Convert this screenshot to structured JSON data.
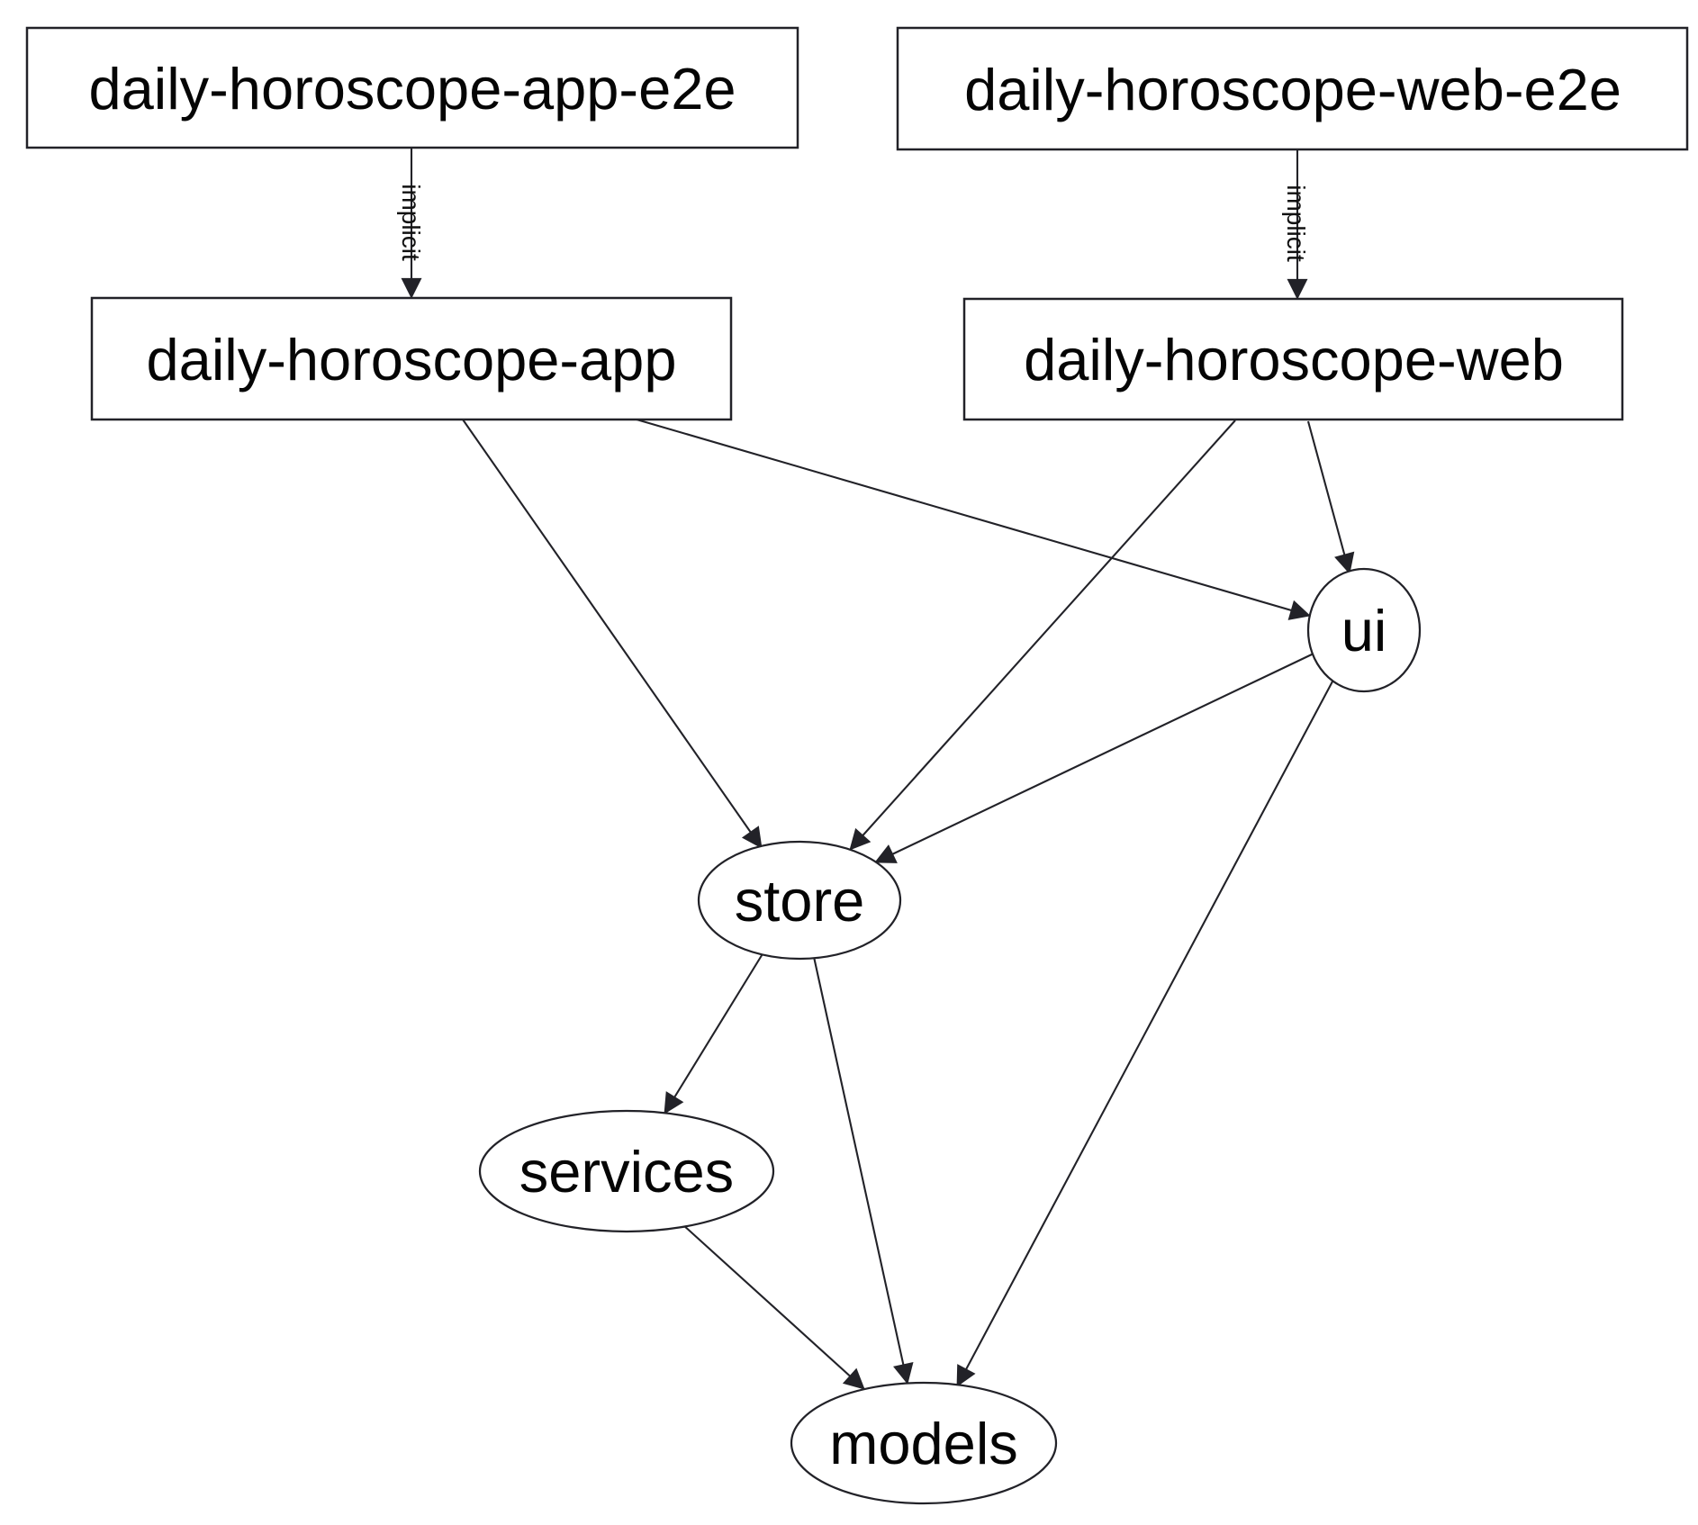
{
  "diagram": {
    "type": "dependency-graph",
    "colors": {
      "background": "#ffffff",
      "node_fill": "#ffffff",
      "stroke": "#222228",
      "text": "#050505"
    },
    "nodes": [
      {
        "id": "daily-horoscope-app-e2e",
        "label": "daily-horoscope-app-e2e",
        "shape": "rect"
      },
      {
        "id": "daily-horoscope-web-e2e",
        "label": "daily-horoscope-web-e2e",
        "shape": "rect"
      },
      {
        "id": "daily-horoscope-app",
        "label": "daily-horoscope-app",
        "shape": "rect"
      },
      {
        "id": "daily-horoscope-web",
        "label": "daily-horoscope-web",
        "shape": "rect"
      },
      {
        "id": "ui",
        "label": "ui",
        "shape": "ellipse"
      },
      {
        "id": "store",
        "label": "store",
        "shape": "ellipse"
      },
      {
        "id": "services",
        "label": "services",
        "shape": "ellipse"
      },
      {
        "id": "models",
        "label": "models",
        "shape": "ellipse"
      }
    ],
    "edges": [
      {
        "from": "daily-horoscope-app-e2e",
        "to": "daily-horoscope-app",
        "label": "implicit"
      },
      {
        "from": "daily-horoscope-web-e2e",
        "to": "daily-horoscope-web",
        "label": "implicit"
      },
      {
        "from": "daily-horoscope-app",
        "to": "store"
      },
      {
        "from": "daily-horoscope-app",
        "to": "ui"
      },
      {
        "from": "daily-horoscope-web",
        "to": "store"
      },
      {
        "from": "daily-horoscope-web",
        "to": "ui"
      },
      {
        "from": "ui",
        "to": "store"
      },
      {
        "from": "ui",
        "to": "models"
      },
      {
        "from": "store",
        "to": "services"
      },
      {
        "from": "store",
        "to": "models"
      },
      {
        "from": "services",
        "to": "models"
      }
    ]
  }
}
